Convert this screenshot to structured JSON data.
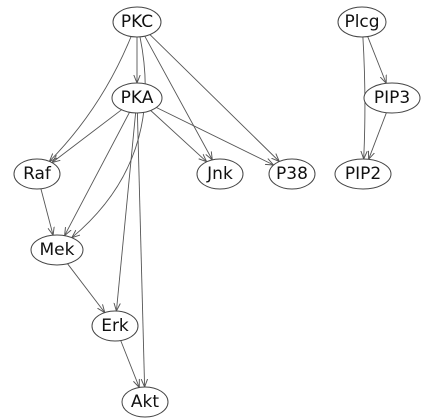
{
  "graph": {
    "nodes": [
      {
        "id": "PKC",
        "label": "PKC"
      },
      {
        "id": "PKA",
        "label": "PKA"
      },
      {
        "id": "Raf",
        "label": "Raf"
      },
      {
        "id": "Mek",
        "label": "Mek"
      },
      {
        "id": "Erk",
        "label": "Erk"
      },
      {
        "id": "Akt",
        "label": "Akt"
      },
      {
        "id": "Jnk",
        "label": "Jnk"
      },
      {
        "id": "P38",
        "label": "P38"
      },
      {
        "id": "Plcg",
        "label": "Plcg"
      },
      {
        "id": "PIP3",
        "label": "PIP3"
      },
      {
        "id": "PIP2",
        "label": "PIP2"
      }
    ],
    "edges": [
      {
        "from": "PKC",
        "to": "PKA"
      },
      {
        "from": "PKC",
        "to": "Raf"
      },
      {
        "from": "PKC",
        "to": "Mek"
      },
      {
        "from": "PKC",
        "to": "Jnk"
      },
      {
        "from": "PKC",
        "to": "P38"
      },
      {
        "from": "PKA",
        "to": "Raf"
      },
      {
        "from": "PKA",
        "to": "Mek"
      },
      {
        "from": "PKA",
        "to": "Erk"
      },
      {
        "from": "PKA",
        "to": "Akt"
      },
      {
        "from": "PKA",
        "to": "Jnk"
      },
      {
        "from": "PKA",
        "to": "P38"
      },
      {
        "from": "Raf",
        "to": "Mek"
      },
      {
        "from": "Mek",
        "to": "Erk"
      },
      {
        "from": "Erk",
        "to": "Akt"
      },
      {
        "from": "Plcg",
        "to": "PIP3"
      },
      {
        "from": "Plcg",
        "to": "PIP2"
      },
      {
        "from": "PIP3",
        "to": "PIP2"
      }
    ]
  }
}
